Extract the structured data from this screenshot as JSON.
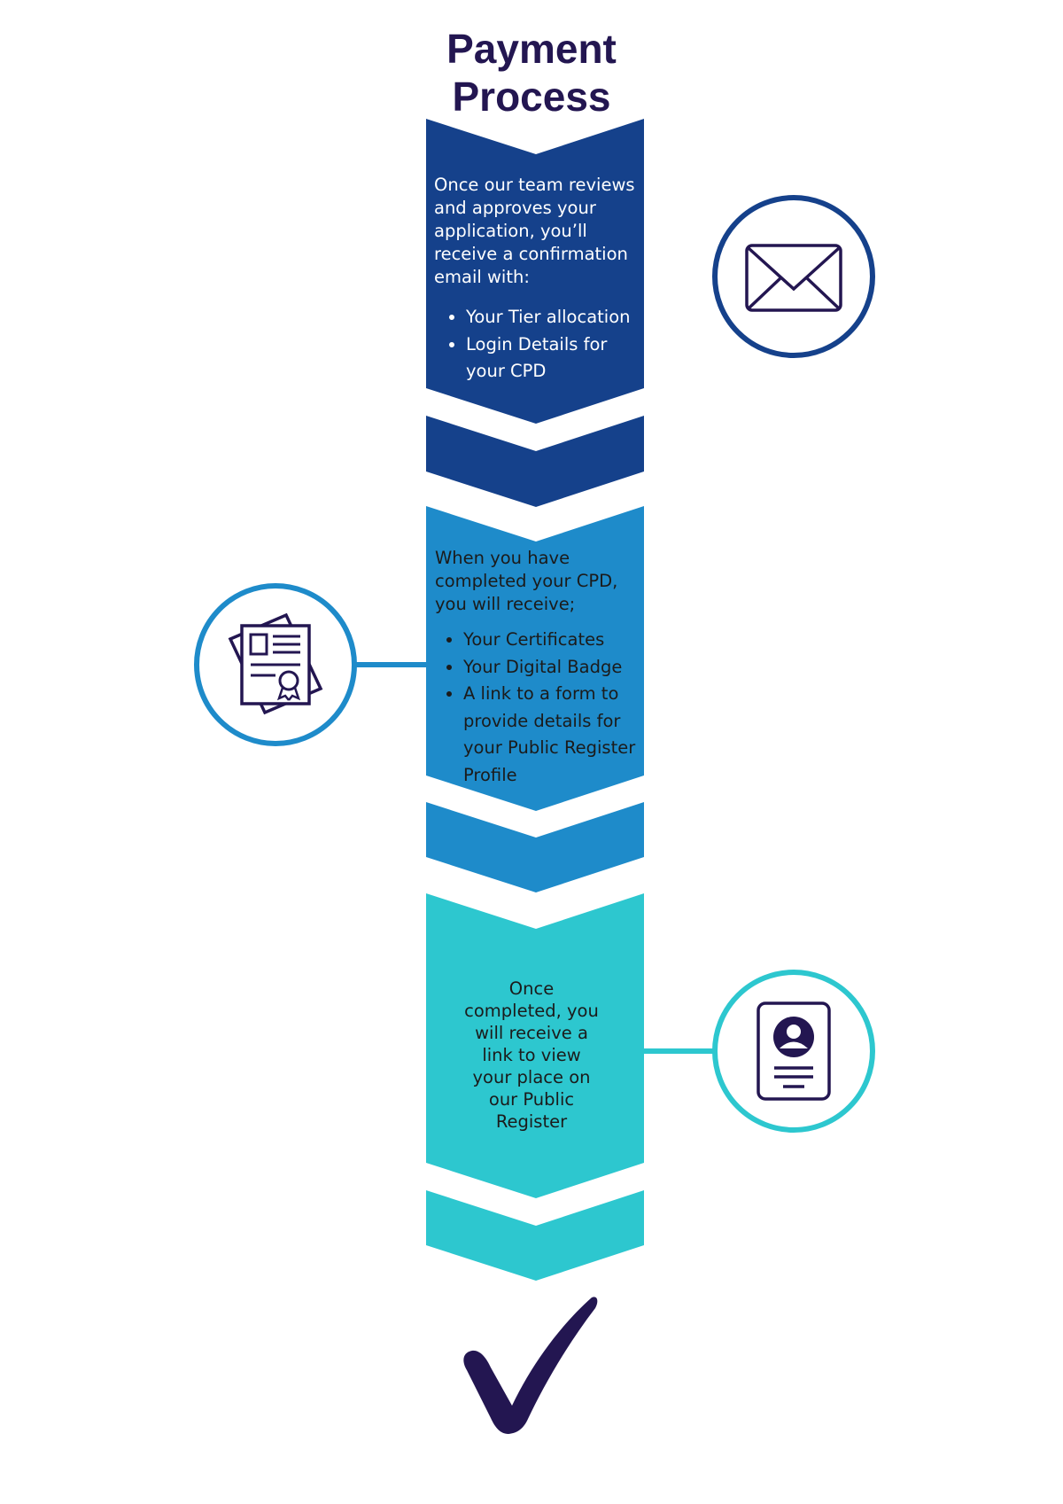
{
  "title": {
    "line1": "Payment",
    "line2": "Process"
  },
  "colors": {
    "title": "#231651",
    "step1": "#15418b",
    "step2": "#1e8bca",
    "step3": "#2dc7cf",
    "icon_stroke": "#231651",
    "text_light": "#ffffff",
    "text_dark": "#1b1b1b"
  },
  "steps": [
    {
      "intro": "Once our team reviews and approves your application, you’ll receive a confirmation email with:",
      "bullets": [
        "Your Tier allocation",
        "Login Details for your CPD"
      ],
      "icon": "envelope-icon"
    },
    {
      "intro": "When you have completed your CPD, you will receive;",
      "bullets": [
        "Your Certificates",
        "Your Digital Badge",
        "A link to a form to provide details for your Public Register Profile"
      ],
      "icon": "certificate-icon"
    },
    {
      "intro": "Once completed, you will receive a link to view your place on our Public Register",
      "bullets": [],
      "icon": "profile-card-icon"
    }
  ],
  "final_icon": "checkmark-icon"
}
